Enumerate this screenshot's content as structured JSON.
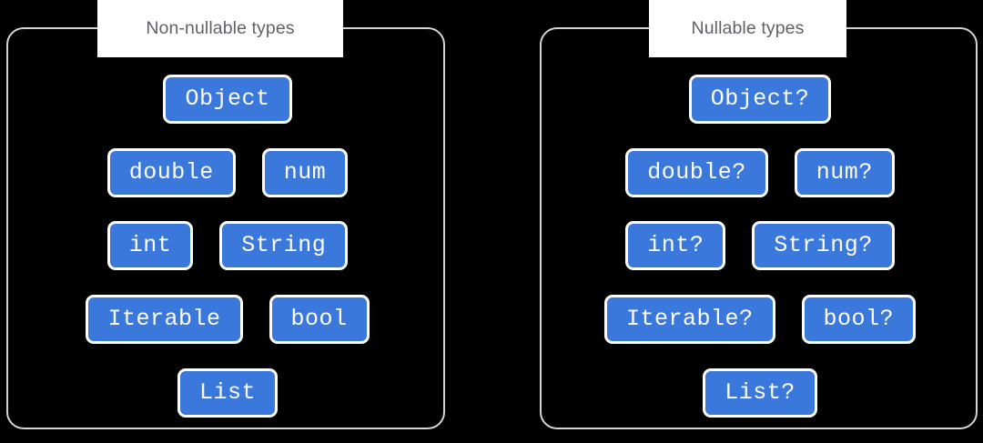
{
  "diagram": {
    "title_semantic": "dart-null-safety-type-hierarchy",
    "background_color": "#000000",
    "chip_color": "#3b78dc",
    "chip_border_color": "#ffffff",
    "panel_border_color": "#d4d4d4",
    "title_text_color": "#5f6368"
  },
  "panels": [
    {
      "id": "non-nullable",
      "title": "Non-nullable types",
      "rows": [
        {
          "chips": [
            "Object"
          ]
        },
        {
          "chips": [
            "double",
            "num"
          ]
        },
        {
          "chips": [
            "int",
            "String"
          ]
        },
        {
          "chips": [
            "Iterable",
            "bool"
          ]
        },
        {
          "chips": [
            "List"
          ]
        }
      ]
    },
    {
      "id": "nullable",
      "title": "Nullable types",
      "rows": [
        {
          "chips": [
            "Object?"
          ]
        },
        {
          "chips": [
            "double?",
            "num?"
          ]
        },
        {
          "chips": [
            "int?",
            "String?"
          ]
        },
        {
          "chips": [
            "Iterable?",
            "bool?"
          ]
        },
        {
          "chips": [
            "List?"
          ]
        }
      ]
    }
  ]
}
